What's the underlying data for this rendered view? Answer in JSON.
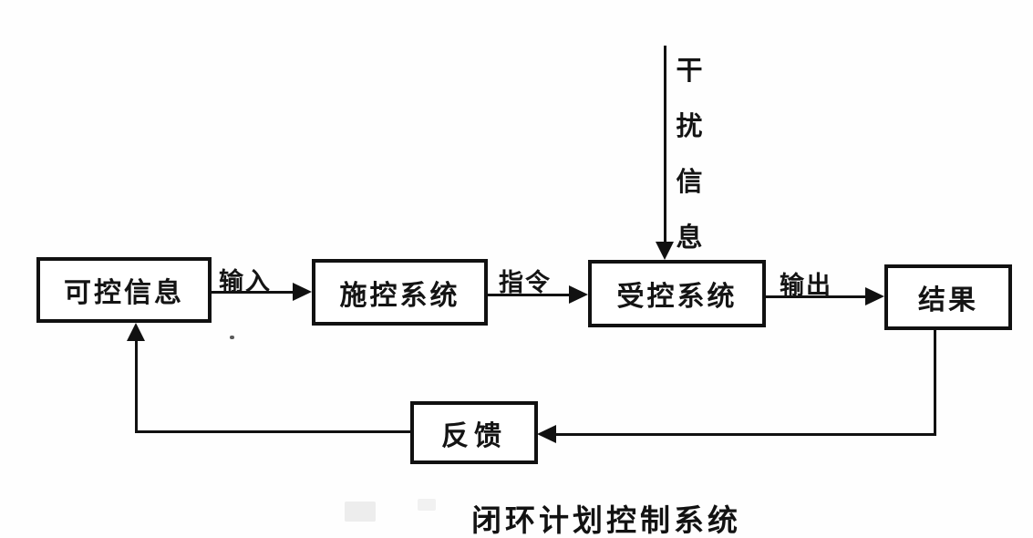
{
  "diagram": {
    "title": "闭环计划控制系统",
    "nodes": {
      "controllable_info": "可控信息",
      "controlling_system": "施控系统",
      "controlled_system": "受控系统",
      "result": "结果",
      "feedback": "反馈"
    },
    "edge_labels": {
      "input": "输入",
      "command": "指令",
      "output": "输出"
    },
    "disturbance": {
      "text": "干扰信息",
      "chars": [
        "干",
        "扰",
        "信",
        "息"
      ]
    },
    "colors": {
      "ink": "#111111",
      "background": "#fefefe"
    }
  }
}
